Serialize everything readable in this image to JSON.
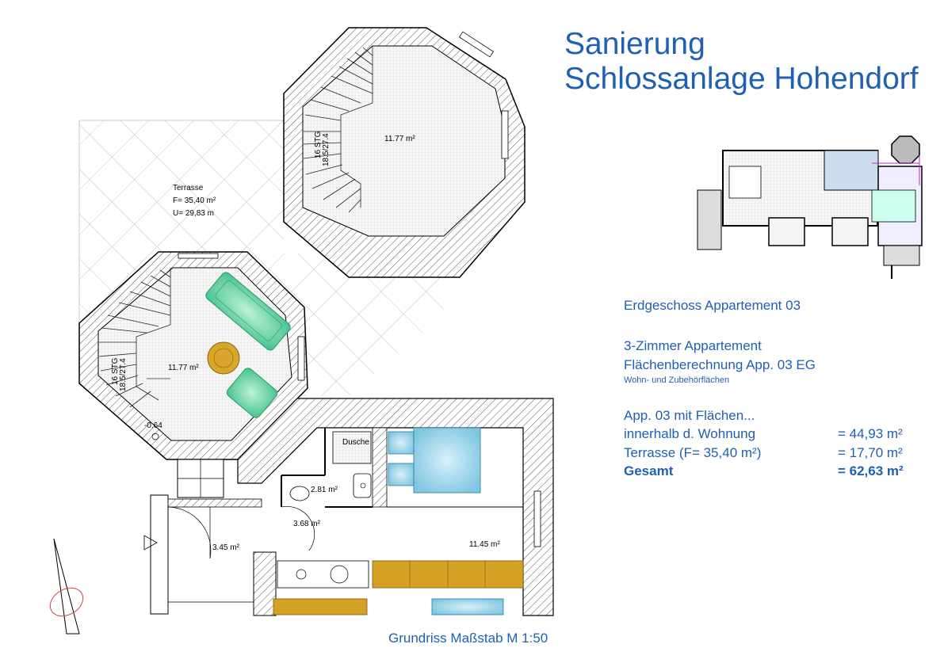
{
  "title": {
    "line1": "Sanierung",
    "line2": "Schlossanlage Hohendorf"
  },
  "floor": "Erdgeschoss Appartement 03",
  "apartment_type": "3-Zimmer Appartement",
  "calc_title": "Flächenberechnung App. 03 EG",
  "calc_subtitle": "Wohn- und Zubehörflächen",
  "areas": {
    "header": "App. 03 mit Flächen...",
    "rows": [
      {
        "label": "innerhalb d. Wohnung",
        "value": "= 44,93 m²"
      },
      {
        "label": "Terrasse (F= 35,40 m²)",
        "value": "= 17,70 m²"
      }
    ],
    "total": {
      "label": "Gesamt",
      "value": "= 62,63 m²"
    }
  },
  "footer": "Grundriss Maßstab M 1:50",
  "plan_labels": {
    "tower_upper_area": "11.77 m²",
    "tower_lower_area": "11.77 m²",
    "terrace_name": "Terrasse",
    "terrace_f": "F= 35,40 m²",
    "terrace_u": "U= 29,83 m",
    "stair_upper": "16 STG",
    "stair_upper_dim": "18.5/27.4",
    "stair_lower": "16 STG",
    "stair_lower_dim": "18.5/27.4",
    "level": "-0.64",
    "shower": "Dusche",
    "bath_area": "2.81 m²",
    "corridor_area": "3.68 m²",
    "entry_area": "3.45 m²",
    "room_area": "11.45 m²"
  },
  "colors": {
    "title_blue": "#1f5fb4",
    "sofa_green": "#5fd6a5",
    "bed_blue": "#9fd7ec",
    "cabinet_gold": "#d4a124",
    "table_gold": "#d9a52b",
    "wall_hatch": "#000000"
  }
}
